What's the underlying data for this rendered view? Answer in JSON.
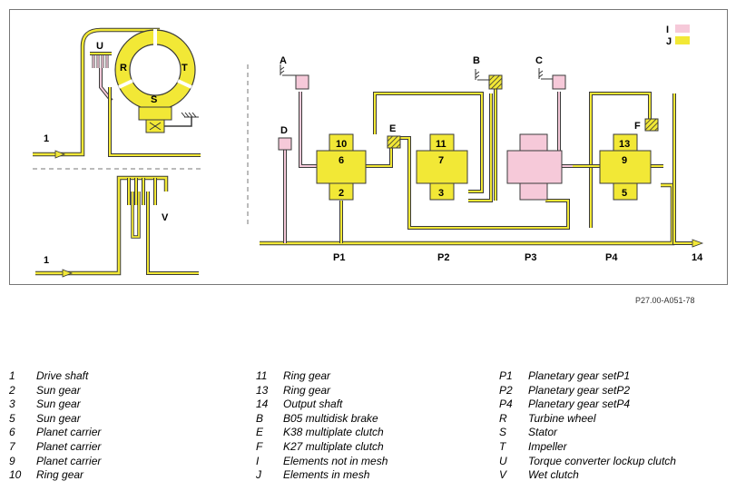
{
  "colors": {
    "in_mesh": "#f2e836",
    "not_in_mesh": "#f6c9d9",
    "line_outline": "#3a3a3a"
  },
  "diagram": {
    "mesh_key": {
      "not_in_mesh": "I",
      "in_mesh": "J"
    },
    "labels": {
      "U": "U",
      "R": "R",
      "T": "T",
      "S": "S",
      "V": "V",
      "input_top": "1",
      "input_bottom": "1",
      "A": "A",
      "B": "B",
      "C": "C",
      "D": "D",
      "E": "E",
      "F": "F",
      "box10": "10",
      "box6": "6",
      "box2": "2",
      "box11": "11",
      "box7": "7",
      "box3": "3",
      "box13": "13",
      "box9": "9",
      "box5": "5",
      "P1": "P1",
      "P2": "P2",
      "P3": "P3",
      "P4": "P4",
      "output": "14"
    }
  },
  "figure_ref": "P27.00-A051-78",
  "legend": {
    "col1": [
      {
        "key": "1",
        "text": "Drive shaft"
      },
      {
        "key": "2",
        "text": "Sun gear"
      },
      {
        "key": "3",
        "text": "Sun gear"
      },
      {
        "key": "5",
        "text": "Sun gear"
      },
      {
        "key": "6",
        "text": "Planet carrier"
      },
      {
        "key": "7",
        "text": "Planet carrier"
      },
      {
        "key": "9",
        "text": "Planet carrier"
      },
      {
        "key": "10",
        "text": "Ring gear"
      }
    ],
    "col2": [
      {
        "key": "11",
        "text": "Ring gear"
      },
      {
        "key": "13",
        "text": "Ring gear"
      },
      {
        "key": "14",
        "text": "Output shaft"
      },
      {
        "key": "B",
        "text": "B05 multidisk brake"
      },
      {
        "key": "E",
        "text": "K38 multiplate clutch"
      },
      {
        "key": "F",
        "text": "K27 multiplate clutch"
      },
      {
        "key": "I",
        "text": "Elements not in mesh"
      },
      {
        "key": "J",
        "text": "Elements in mesh"
      }
    ],
    "col3": [
      {
        "key": "P1",
        "text": "Planetary gear setP1"
      },
      {
        "key": "P2",
        "text": "Planetary gear setP2"
      },
      {
        "key": "P4",
        "text": "Planetary gear setP4"
      },
      {
        "key": "R",
        "text": "Turbine wheel"
      },
      {
        "key": "S",
        "text": "Stator"
      },
      {
        "key": "T",
        "text": "Impeller"
      },
      {
        "key": "U",
        "text": "Torque converter lockup clutch"
      },
      {
        "key": "V",
        "text": "Wet clutch"
      }
    ]
  }
}
